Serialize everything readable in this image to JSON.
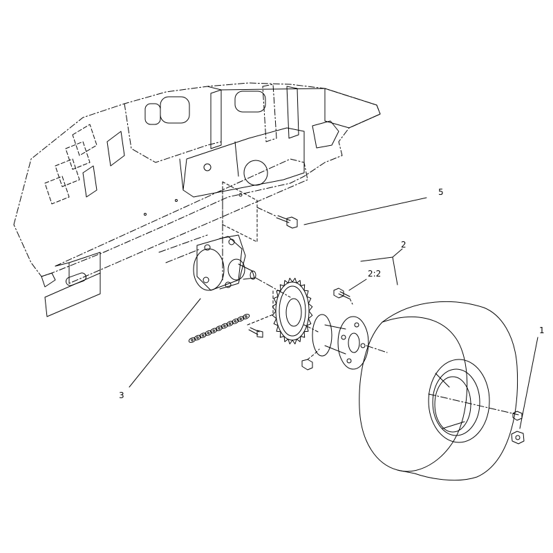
{
  "colors": {
    "ink": "#000000",
    "background": "#ffffff"
  },
  "callouts": {
    "c1": "1",
    "c2": "2",
    "c2_2": "2:2",
    "c3": "3",
    "c5": "5"
  }
}
